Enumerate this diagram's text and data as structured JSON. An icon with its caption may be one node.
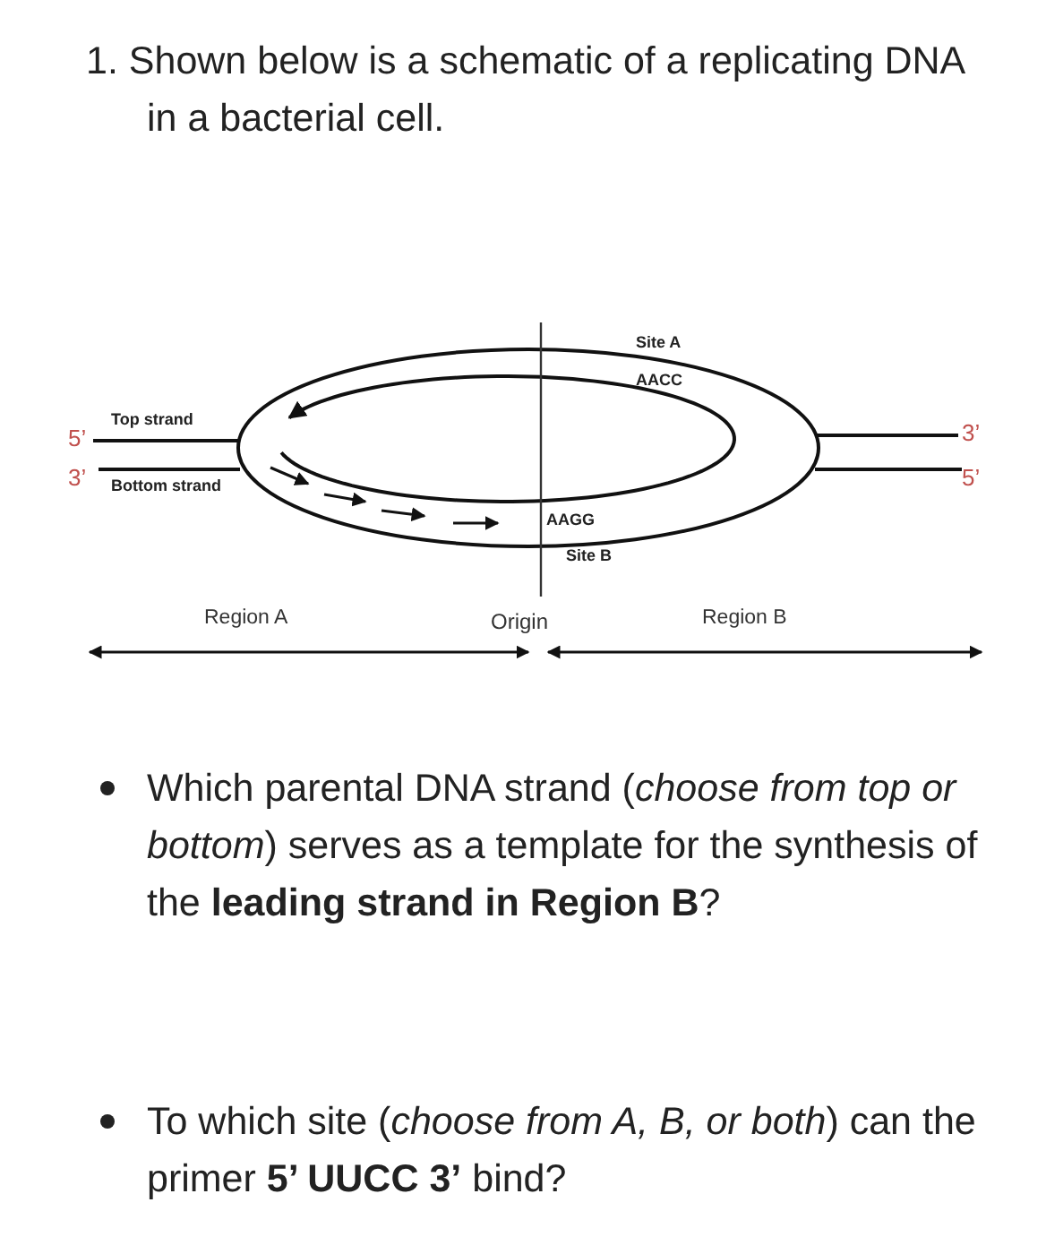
{
  "diagram": {
    "title": "1. Shown below is a schematic of a replicating DNA in a bacterial cell.",
    "labels": [
      "Site A",
      "AACC",
      "Top strand",
      "5’",
      "3’",
      "3’",
      "Bottom strand",
      "5’",
      "AAGG",
      "Site B",
      "Region A",
      "Origin",
      "Region B",
      "Which parental DNA strand (*choose from top or bottom*) serves as a template for the synthesis of the **leading strand in Region B**?",
      "To which site (*choose from A, B, or both*) can the primer **5’ UUCC 3’** bind?"
    ]
  }
}
